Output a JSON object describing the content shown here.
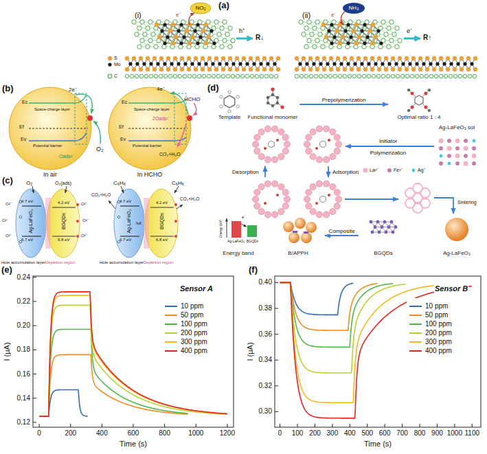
{
  "diagram": {
    "nodes": [
      {
        "text": [
          "Template"
        ]
      },
      {
        "text": [
          "Functional monomer"
        ]
      },
      {
        "text": [
          "Optimal ratio 1 : 4"
        ]
      },
      {
        "text": [
          "Ag-LaFeO₃ sol"
        ]
      },
      {
        "text": [
          "Energy band"
        ]
      },
      {
        "text": [
          "B/APPH"
        ]
      },
      {
        "text": [
          "BGQDs"
        ]
      },
      {
        "text": [
          "Ag-LaFeO₃"
        ]
      }
    ],
    "edges": [
      {
        "from": 1,
        "to": 2,
        "arrow": "to",
        "label": "Prepolymerization"
      },
      {
        "from": 6,
        "to": 5,
        "arrow": "to",
        "label": "Composite"
      }
    ],
    "labels": [
      "(a)",
      "(i)",
      "(ii)",
      "NO₂",
      "e⁻",
      "h⁺",
      "R↓",
      "NH₃",
      "e⁻",
      "e⁻",
      "R↑",
      "(b)",
      "Ec",
      "Ef",
      "Ev",
      "Space-charge layer",
      "Potential barrier",
      "2e⁻",
      "O₂",
      "Oads²⁻",
      "In air",
      "Ec",
      "Ef",
      "Ev",
      "Space-charge layer",
      "Potential barrier",
      "4e⁻",
      "HCHO",
      "2Oads²⁻",
      "CO₂+H₂O",
      "In HCHO",
      "(c)",
      "O₂",
      "O₂(ads)",
      "4.7 eV",
      "4.2 eV",
      "6.7 eV",
      "6.8 eV",
      "Ag-LaFeO₃",
      "BGQDs",
      "Hole accumulation layer",
      "Depletion region",
      "O²⁻",
      "O²⁻",
      "O²⁻",
      "O²⁻",
      "O²⁻",
      "O²⁻",
      "C₆H₆",
      "C₆H₆",
      "4.7 eV",
      "4.2 eV",
      "full",
      "6.7 eV",
      "6.8 eV",
      "Ag-LaFeO₃",
      "BGQDs",
      "CO₂+H₂O",
      "CO₂+H₂O",
      "Hole accumulation layer",
      "Depletion region",
      "(d)",
      "Initiator",
      "Polymerization",
      "Desorption",
      "Adsorption",
      "Sintering",
      "Energy (eV)",
      "e⁻",
      "Ag-LaFeO₃",
      "BGQDs",
      "(e)",
      "Sensor A",
      "I (μA)",
      "Time (s)",
      "0.12",
      "0.14",
      "0.16",
      "0.18",
      "0.20",
      "0.22",
      "0.24",
      "0",
      "200",
      "400",
      "600",
      "800",
      "1000",
      "1200",
      "(f)",
      "Sensor B",
      "I (μA)",
      "Time (s)",
      "0.30",
      "0.32",
      "0.34",
      "0.36",
      "0.38",
      "0.40",
      "0",
      "100",
      "200",
      "300",
      "400",
      "500",
      "600",
      "700",
      "800",
      "900",
      "1000",
      "1100"
    ],
    "legend": [
      {
        "text": "S",
        "color": "#e9a23b"
      },
      {
        "text": "Mo",
        "color": "#1a1a1a"
      },
      {
        "text": "C",
        "color": "#4cae4c"
      },
      {
        "text": "La³⁺",
        "color": "#f4b3c2"
      },
      {
        "text": "Fe³⁺",
        "color": "#c77dab"
      },
      {
        "text": "Ag⁺",
        "color": "#3cc8e6"
      },
      {
        "text": "10 ppm",
        "color": "#2f6db5"
      },
      {
        "text": "50 ppm",
        "color": "#f08c1e"
      },
      {
        "text": "100 ppm",
        "color": "#4cb848"
      },
      {
        "text": "200 ppm",
        "color": "#b8d22c"
      },
      {
        "text": "300 ppm",
        "color": "#f7b81a"
      },
      {
        "text": "400 ppm",
        "color": "#e4241e"
      },
      {
        "text": "10 ppm",
        "color": "#2f6db5"
      },
      {
        "text": "50 ppm",
        "color": "#f08c1e"
      },
      {
        "text": "100 ppm",
        "color": "#4cb848"
      },
      {
        "text": "200 ppm",
        "color": "#b8d22c"
      },
      {
        "text": "300 ppm",
        "color": "#f7b81a"
      },
      {
        "text": "400 ppm",
        "color": "#e4241e"
      }
    ]
  }
}
